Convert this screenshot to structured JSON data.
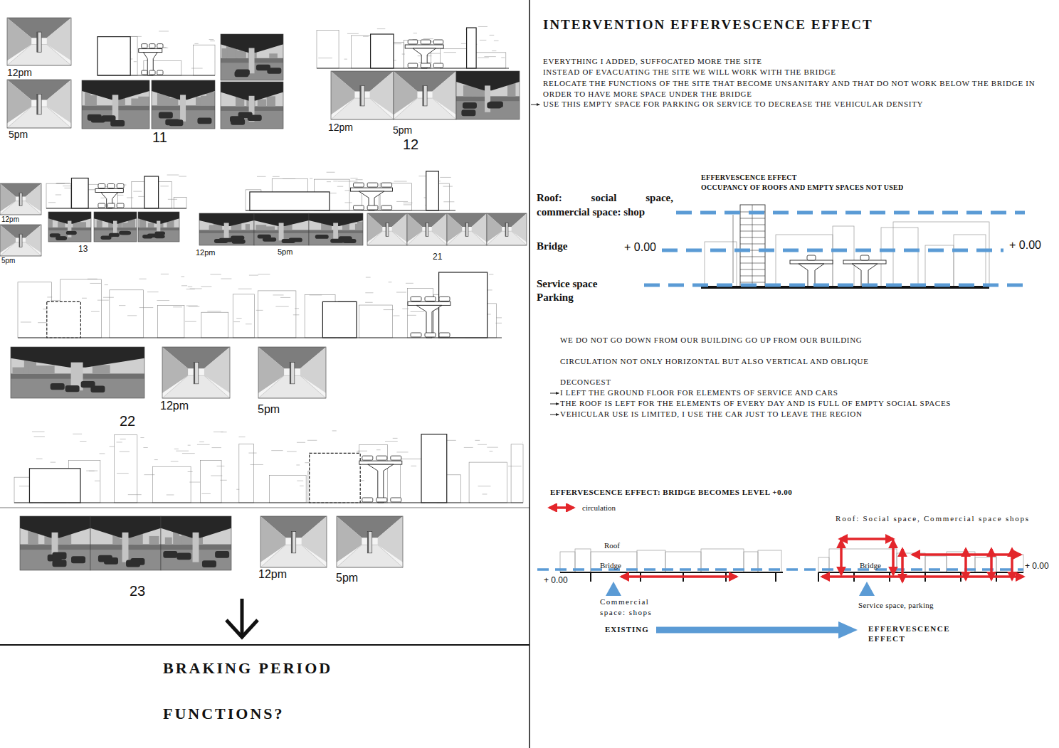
{
  "diagram": {
    "title": "INTERVENTION EFFERVESCENCE EFFECT",
    "labels": [
      "12pm",
      "5pm",
      "11",
      "12pm",
      "5pm",
      "12",
      "12pm",
      "5pm",
      "13",
      "12pm",
      "5pm",
      "21",
      "22",
      "12pm",
      "5pm",
      "23",
      "12pm",
      "5pm",
      "BRAKING PERIOD",
      "FUNCTIONS?",
      "EVERYTHING I ADDED, SUFFOCATED MORE THE SITE",
      "INSTEAD OF EVACUATING THE SITE WE WILL WORK WITH THE BRIDGE",
      "RELOCATE THE FUNCTIONS OF THE SITE THAT BECOME UNSANITARY AND THAT DO NOT WORK BELOW THE BRIDGE IN ORDER TO HAVE MORE SPACE UNDER THE BRIDGE",
      "USE THIS EMPTY SPACE FOR PARKING OR SERVICE TO DECREASE THE VEHICULAR DENSITY",
      "EFFERVESCENCE EFFECT",
      "OCCUPANCY OF ROOFS AND EMPTY SPACES NOT USED",
      "Roof: social space, commercial space: shop",
      "Bridge",
      "+ 0.00",
      "+ 0.00",
      "Service space Parking",
      "WE DO NOT GO DOWN FROM OUR BUILDING GO UP FROM OUR BUILDING",
      "CIRCULATION NOT ONLY HORIZONTAL BUT ALSO VERTICAL AND OBLIQUE",
      "DECONGEST",
      "I LEFT THE GROUND FLOOR FOR ELEMENTS OF SERVICE AND CARS",
      "THE ROOF IS LEFT FOR THE ELEMENTS OF EVERY DAY AND IS FULL OF EMPTY SOCIAL SPACES",
      "VEHICULAR USE IS LIMITED, I USE THE CAR JUST TO LEAVE THE REGION",
      "EFFERVESCENCE EFFECT: BRIDGE BECOMES LEVEL +0.00",
      "Roof",
      "Bridge",
      "+ 0.00",
      "Roof: Social space, Commercial space shops",
      "Bridge",
      "+ 0.00",
      "Commercial space: shops",
      "Service space, parking",
      "EXISTING",
      "EFFERVESCENCE EFFECT"
    ],
    "legend": [
      {
        "text": "circulation"
      }
    ]
  }
}
